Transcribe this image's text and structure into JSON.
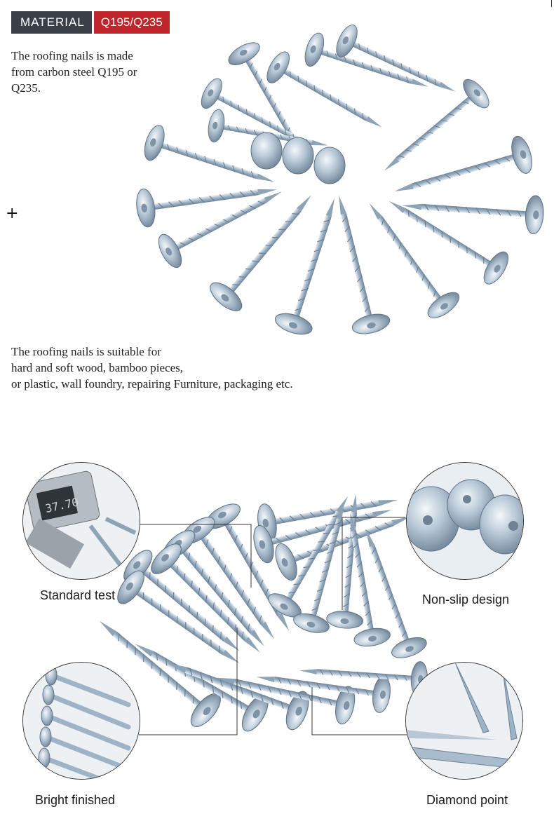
{
  "badge": {
    "label": "MATERIAL",
    "grade": "Q195/Q235"
  },
  "intro": {
    "lines": [
      "The roofing nails is made",
      "from carbon steel Q195 or",
      "Q235."
    ]
  },
  "usage": {
    "lines": [
      "The roofing nails is suitable for",
      "hard and soft wood, bamboo pieces,",
      "or plastic, wall foundry, repairing Furniture, packaging etc."
    ]
  },
  "plus_symbol": "+",
  "features": {
    "standard_test": "Standard test",
    "non_slip": "Non-slip design",
    "bright_finished": "Bright finished",
    "diamond_point": "Diamond point"
  },
  "caliper_reading": "37.70",
  "colors": {
    "badge_dark": "#3b4048",
    "badge_red": "#c0252b",
    "nail_steel": "#9fb3c6"
  }
}
